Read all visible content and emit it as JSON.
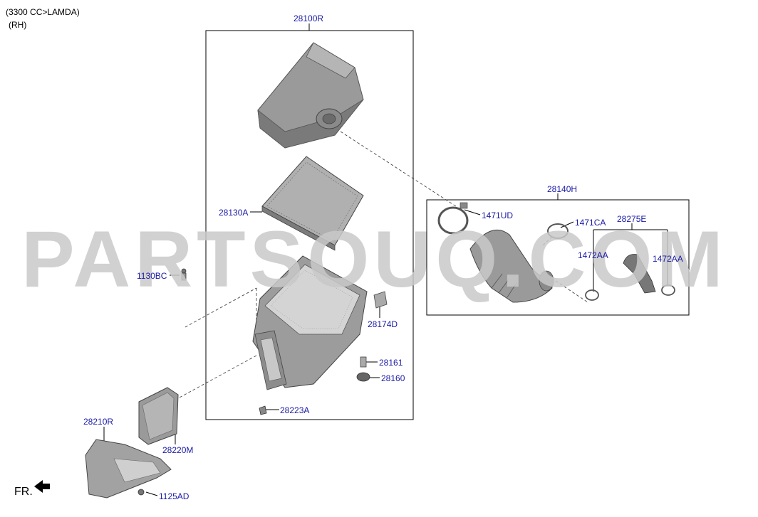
{
  "header": {
    "line1": "(3300 CC>LAMDA)",
    "line2": "(RH)"
  },
  "watermark": "PARTSOUQ.COM",
  "orientation": "FR.",
  "colors": {
    "label": "#1a1aa6",
    "part_fill": "#9a9a9a",
    "part_dark": "#6b6b6b",
    "line": "#000000"
  },
  "parts": {
    "p28100R": "28100R",
    "p28130A": "28130A",
    "p1130BC": "1130BC",
    "p28174D": "28174D",
    "p28161": "28161",
    "p28160": "28160",
    "p28223A": "28223A",
    "p28210R": "28210R",
    "p28220M": "28220M",
    "p1125AD": "1125AD",
    "p28140H": "28140H",
    "p1471UD": "1471UD",
    "p1471CA": "1471CA",
    "p28275E": "28275E",
    "p1472AA_a": "1472AA",
    "p1472AA_b": "1472AA"
  }
}
